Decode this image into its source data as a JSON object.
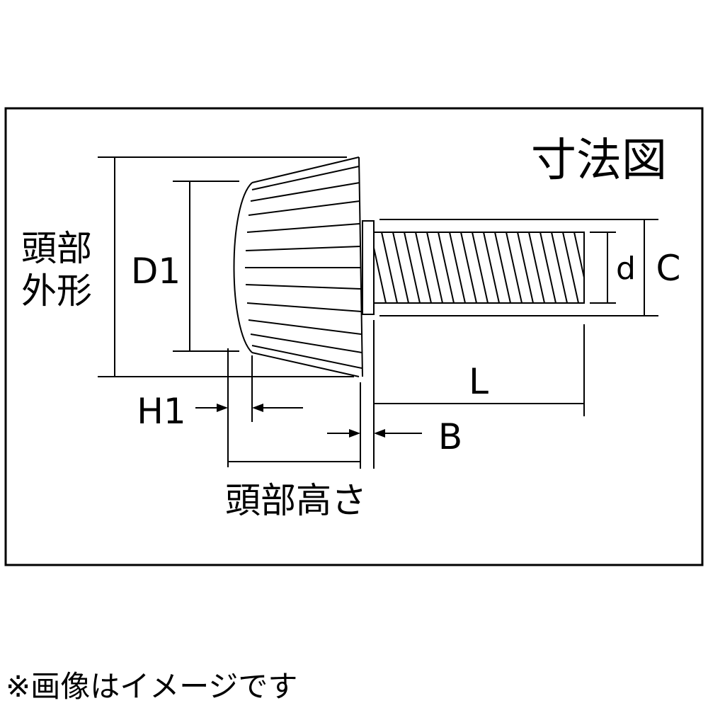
{
  "title": "寸法図",
  "labels": {
    "head_outer": [
      "頭部",
      "外形"
    ],
    "d1": "D1",
    "h1": "H1",
    "head_height": "頭部高さ",
    "b": "B",
    "l": "L",
    "d": "d",
    "c": "C"
  },
  "note": "※画像はイメージです"
}
